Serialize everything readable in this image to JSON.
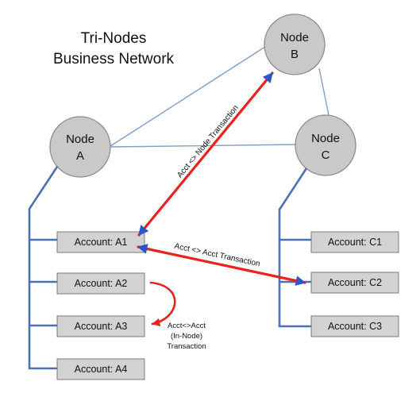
{
  "title": {
    "line1": "Tri-Nodes",
    "line2": "Business Network"
  },
  "nodes": {
    "a": {
      "line1": "Node",
      "line2": "A"
    },
    "b": {
      "line1": "Node",
      "line2": "B"
    },
    "c": {
      "line1": "Node",
      "line2": "C"
    }
  },
  "accounts": {
    "a1": "Account: A1",
    "a2": "Account: A2",
    "a3": "Account: A3",
    "a4": "Account: A4",
    "c1": "Account: C1",
    "c2": "Account: C2",
    "c3": "Account: C3"
  },
  "arrows": {
    "acct_node": "Acct <> Node Transaction",
    "acct_acct": "Acct <> Acct Transaction",
    "in_node": {
      "line1": "Acct<>Acct",
      "line2": "(In-Node)",
      "line3": "Transaction"
    }
  },
  "colors": {
    "node_fill": "#c9c9c9",
    "node_stroke": "#8a8a8a",
    "account_fill": "#d3d3d3",
    "account_stroke": "#7a7a7a",
    "link_line": "#7f9fc6",
    "tree_line": "#4d6fb3",
    "arrow_red": "#e8231f",
    "arrow_blue": "#2f55c5"
  }
}
